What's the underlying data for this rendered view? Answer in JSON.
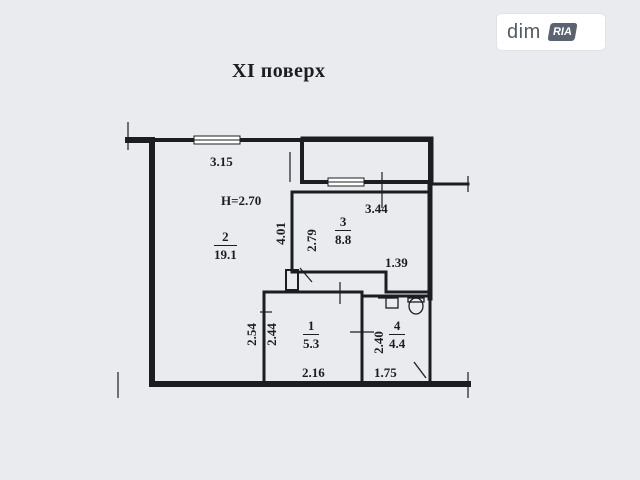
{
  "title": "XI поверх",
  "logo": {
    "main": "dim",
    "badge": "RIA"
  },
  "height_label": "H=2.70",
  "rooms": [
    {
      "number": "1",
      "area": "5.3"
    },
    {
      "number": "2",
      "area": "19.1"
    },
    {
      "number": "3",
      "area": "8.8"
    },
    {
      "number": "4",
      "area": "4.4"
    }
  ],
  "dimensions": {
    "room2_width": "3.15",
    "room2_side": "4.01",
    "room3_width": "3.44",
    "room3_height": "2.79",
    "room3_step": "1.39",
    "room1_outer": "2.54",
    "room1_inner": "2.44",
    "room1_width": "2.16",
    "room4_height": "2.40",
    "room4_width": "1.75"
  },
  "colors": {
    "background": "#e9ebef",
    "ink": "#1b1d22"
  }
}
